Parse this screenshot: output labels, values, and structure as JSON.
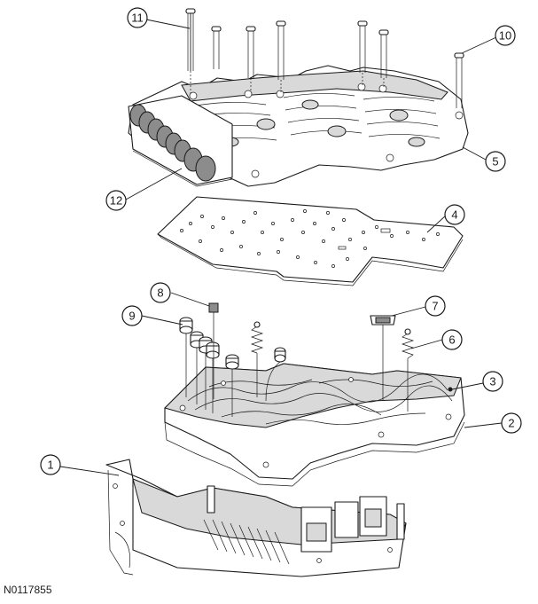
{
  "figure_id": "N0117855",
  "callouts": [
    {
      "id": "c1",
      "label": "1"
    },
    {
      "id": "c2",
      "label": "2"
    },
    {
      "id": "c3",
      "label": "3"
    },
    {
      "id": "c4",
      "label": "4"
    },
    {
      "id": "c5",
      "label": "5"
    },
    {
      "id": "c6",
      "label": "6"
    },
    {
      "id": "c7",
      "label": "7"
    },
    {
      "id": "c8",
      "label": "8"
    },
    {
      "id": "c9",
      "label": "9"
    },
    {
      "id": "c10",
      "label": "10"
    },
    {
      "id": "c11",
      "label": "11"
    },
    {
      "id": "c12",
      "label": "12"
    }
  ]
}
